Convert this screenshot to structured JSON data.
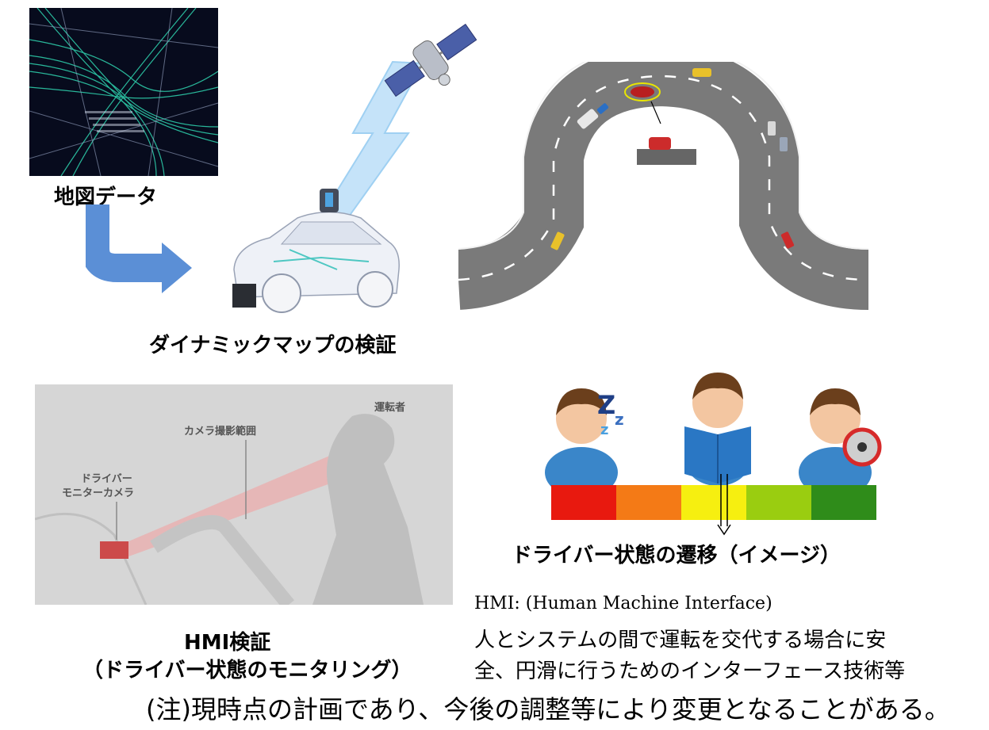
{
  "map_section": {
    "map_data_label": "地図データ",
    "caption": "ダイナミックマップの検証"
  },
  "hmi_section": {
    "title": "HMI検証",
    "subtitle": "（ドライバー状態のモニタリング）",
    "figure_labels": {
      "driver": "運転者",
      "camera_range": "カメラ撮影範囲",
      "camera_line1": "ドライバー",
      "camera_line2": "モニターカメラ"
    }
  },
  "driver_state": {
    "caption": "ドライバー状態の遷移（イメージ）",
    "sleep_symbol": "Z",
    "sleep_symbol_small": "z",
    "scale_colors": [
      "#e8190f",
      "#f47a16",
      "#f6ef10",
      "#9acd10",
      "#2f8c1a"
    ]
  },
  "definition": {
    "term": "HMI: (Human Machine Interface)",
    "line1": "人とシステムの間で運転を交代する場合に安",
    "line2": "全、円滑に行うためのインターフェース技術等"
  },
  "note": "(注)現時点の計画であり、今後の調整等により変更となることがある。"
}
